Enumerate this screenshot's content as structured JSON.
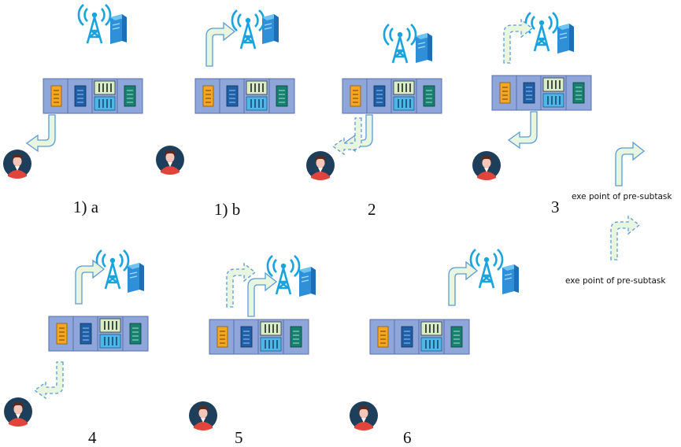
{
  "panels": [
    {
      "id": "1a",
      "label": "1) a",
      "arrows": [
        "down-solid"
      ]
    },
    {
      "id": "1b",
      "label": "1) b",
      "arrows": [
        "up-solid"
      ]
    },
    {
      "id": "2",
      "label": "2",
      "arrows": [
        "down-solid",
        "down-dashed"
      ]
    },
    {
      "id": "3",
      "label": "3",
      "arrows": [
        "up-dashed",
        "down-solid"
      ]
    },
    {
      "id": "4",
      "label": "4",
      "arrows": [
        "up-solid",
        "down-dashed"
      ]
    },
    {
      "id": "5",
      "label": "5",
      "arrows": [
        "up-solid",
        "up-dashed"
      ]
    },
    {
      "id": "6",
      "label": "6",
      "arrows": [
        "up-solid"
      ]
    }
  ],
  "legend": {
    "solid_text": "exe point of pre-subtask",
    "dashed_text": "exe point of pre-subtask"
  },
  "colors": {
    "arrow_fill": "#e8f5df",
    "arrow_stroke": "#5b9bd5",
    "tower": "#1aa3dd",
    "server": "#3fa9e8",
    "strip_bg": "#8fa6da",
    "strip_border": "#5a6fb0",
    "box_orange": "#f5a623",
    "box_blue": "#1f5fa8",
    "box_green": "#17806e",
    "user_bg": "#1d3f5c",
    "user_shirt": "#e0443a",
    "user_skin": "#f6c7b8"
  }
}
